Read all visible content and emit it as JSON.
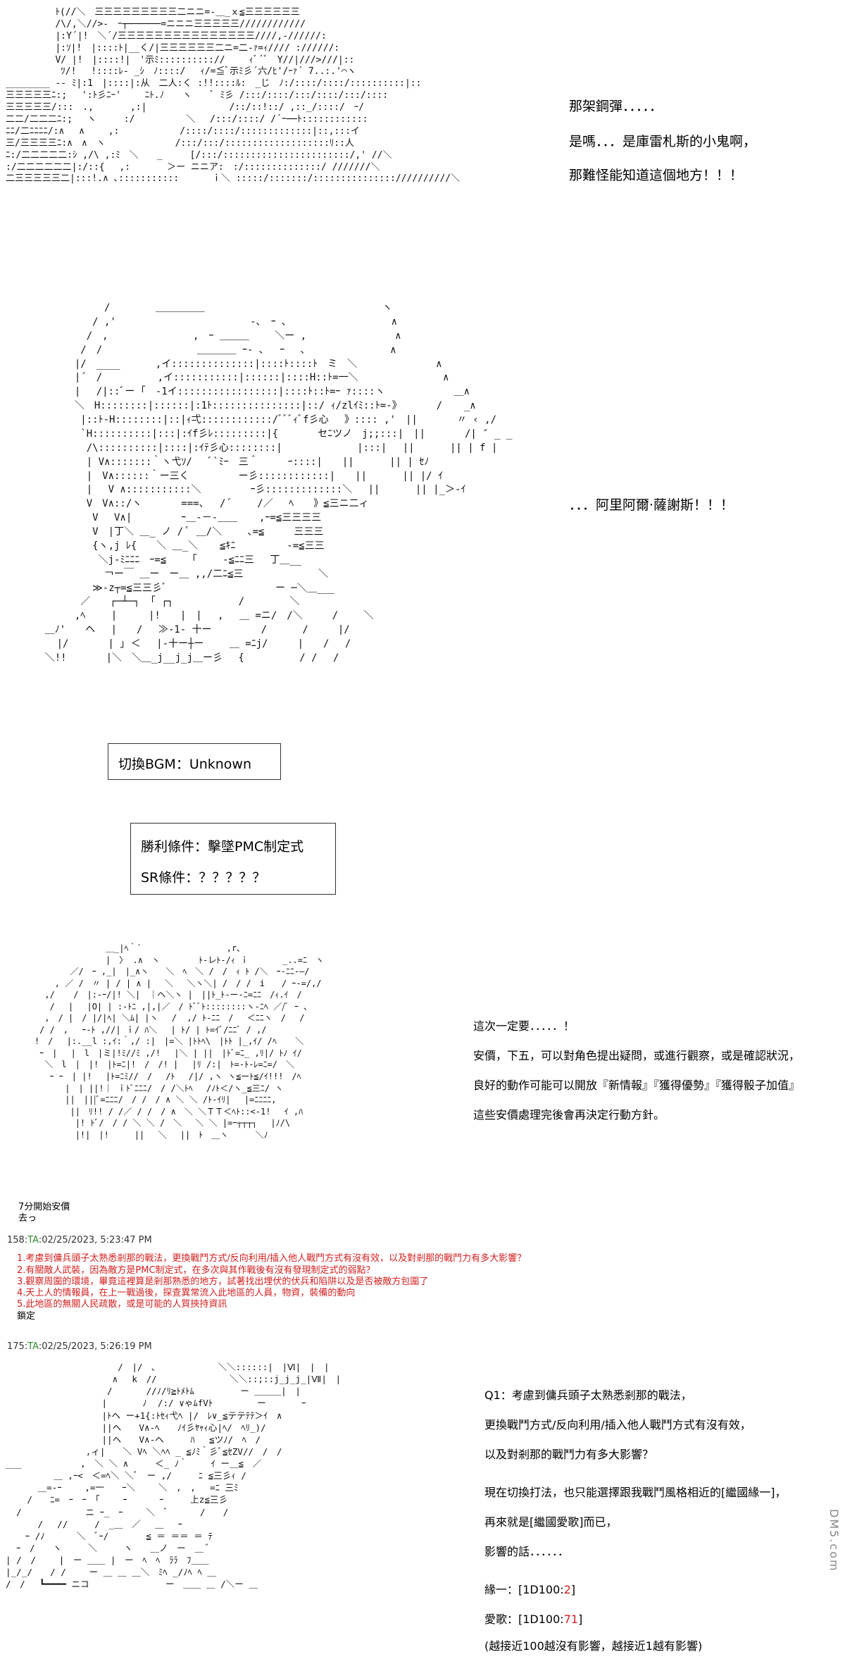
{
  "panel1": {
    "lines": [
      "那架鋼彈．．．．．",
      "是嗎．．．是庫雷札斯的小鬼啊，",
      "那難怪能知道這個地方！！！"
    ]
  },
  "panel2": {
    "line": "．．．阿里阿爾·薩謝斯！！！"
  },
  "bgm_box": {
    "text": "切換BGM：Unknown"
  },
  "condition_box": {
    "win": "勝利條件：擊墜PMC制定式",
    "sr": "SR條件：？？？？？"
  },
  "panel3": {
    "lines": [
      "這次一定要．．．．．！",
      "安價，下五，可以對角色提出疑問，或進行觀察，或是確認狀況，",
      "良好的動作可能可以開放『新情報』『獲得優勢』『獲得骰子加值』",
      "這些安價處理完後會再決定行動方針。"
    ]
  },
  "post1": {
    "lines": [
      "7分開始安價",
      "去っ"
    ]
  },
  "post2": {
    "header_num": "158:",
    "header_name": "TA",
    "header_date": ":02/25/2023, 5:23:47 PM",
    "items": [
      "1.考慮到傭兵頭子太熟悉剎那的戰法，更換戰鬥方式/反向利用/插入他人戰鬥方式有沒有效，以及對剎那的戰鬥力有多大影響？",
      "2.有關敵人武裝，因為敵方是PMC制定式，在多次與其作戰後有沒有發現制定式的弱點？",
      "3.觀察周圍的環境，畢竟這裡算是剎那熟悉的地方，試著找出埋伏的伏兵和陷阱以及是否被敵方包圍了",
      "4.天上人的情報員，在上一戰過後，探查異常流入此地區的人員，物資，裝備的動向",
      "5.此地區的無關人民疏散，或是可能的人質挾持資訊"
    ],
    "footer": "鎖定"
  },
  "post3": {
    "header_num": "175:",
    "header_name": "TA",
    "header_date": ":02/25/2023, 5:26:19 PM"
  },
  "panel4": {
    "q_lines": [
      "Q1：考慮到傭兵頭子太熟悉剎那的戰法，",
      "更換戰鬥方式/反向利用/插入他人戰鬥方式有沒有效，",
      "以及對剎那的戰鬥力有多大影響？"
    ],
    "a_lines": [
      "現在切換打法，也只能選擇跟我戰鬥風格相近的[繼國緣一]，",
      "再來就是[繼國愛歌]而已，",
      "影響的話．．．．．．"
    ],
    "dice1_label": "緣一：[1D100:",
    "dice1_value": "2",
    "dice2_label": "愛歌：[1D100:",
    "dice2_value": "71",
    "dice_close": "]",
    "note": "(越接近100越沒有影響，越接近1越有影響)"
  },
  "watermark": "DM5.com"
}
